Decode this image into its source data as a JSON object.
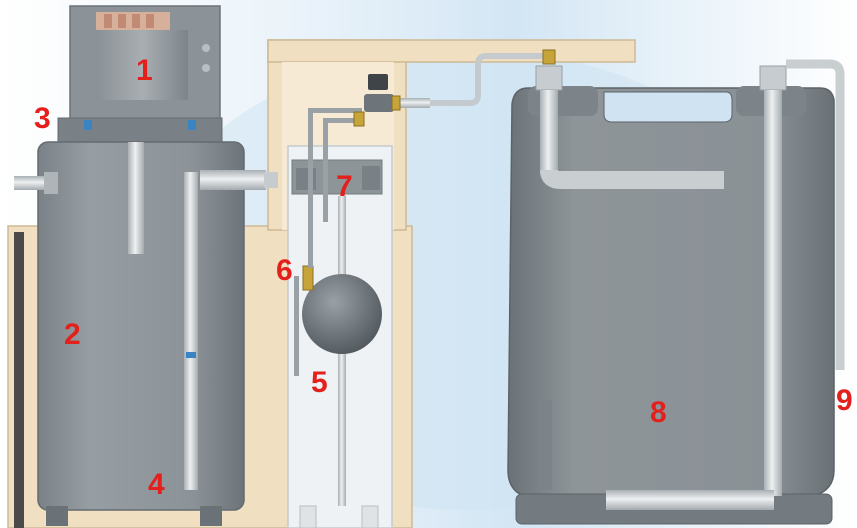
{
  "callouts": [
    {
      "id": "1",
      "text": "1"
    },
    {
      "id": "2",
      "text": "2"
    },
    {
      "id": "3",
      "text": "3"
    },
    {
      "id": "4",
      "text": "4"
    },
    {
      "id": "5",
      "text": "5"
    },
    {
      "id": "6",
      "text": "6"
    },
    {
      "id": "7",
      "text": "7"
    },
    {
      "id": "8",
      "text": "8"
    },
    {
      "id": "9",
      "text": "9"
    }
  ],
  "colors": {
    "callout_red": "#e3201b",
    "tank_gray": "#8c9398",
    "tank_dark": "#6f767b",
    "pipe_light": "#d8dcdf",
    "beige_housing": "#f1dfc1",
    "backdrop_blue": "#cfe3f2"
  }
}
